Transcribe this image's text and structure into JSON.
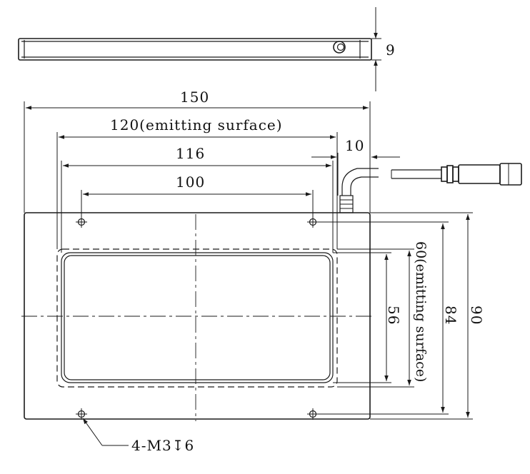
{
  "dimensions": {
    "thickness": "9",
    "overall_width": "150",
    "emitting_width": "120(emitting surface)",
    "window_width": "116",
    "hole_spacing_x": "100",
    "cable_offset": "10",
    "window_height": "56",
    "emitting_height": "60(emitting surface)",
    "hole_spacing_y": "84",
    "overall_height": "90"
  },
  "callouts": {
    "mounting_holes": "4-M3↧6"
  },
  "colors": {
    "ink": "#1a1a1a",
    "background": "#ffffff"
  }
}
